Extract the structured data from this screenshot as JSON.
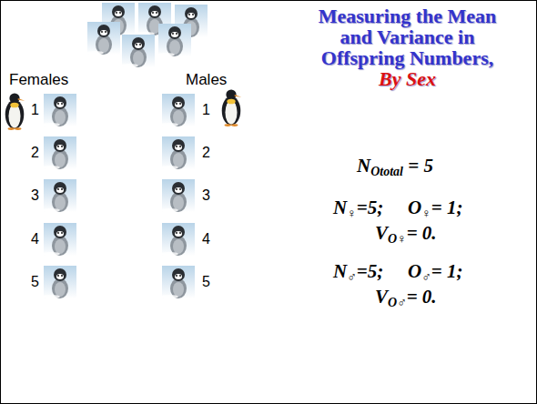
{
  "diagram": {
    "title": "Measuring the Mean and Variance in Offspring Numbers, By Sex",
    "labels": [
      "Females",
      "Males",
      "1",
      "2",
      "3",
      "4",
      "5",
      "1",
      "2",
      "3",
      "4",
      "5",
      "NOtotal = 5",
      "N♀=5;",
      "O♀= 1;",
      "VO♀= 0.",
      "N♂=5;",
      "O♂= 1;",
      "VO♂= 0."
    ]
  }
}
